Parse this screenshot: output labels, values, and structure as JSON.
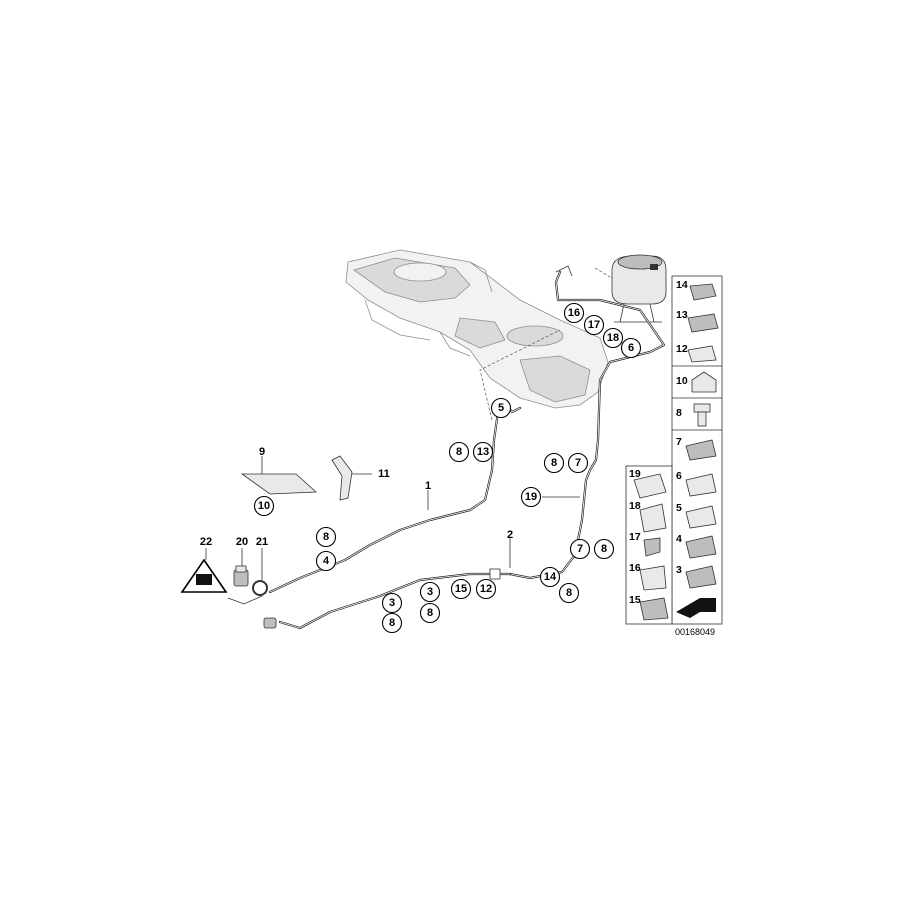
{
  "diagram": {
    "image_code": "00168049",
    "callouts": [
      "1",
      "2",
      "3",
      "4",
      "5",
      "6",
      "7",
      "8",
      "9",
      "10",
      "11",
      "12",
      "13",
      "14",
      "15",
      "16",
      "17",
      "18",
      "19",
      "20",
      "21",
      "22"
    ],
    "legend_tiles": [
      "14",
      "13",
      "12",
      "10",
      "8",
      "7",
      "19",
      "6",
      "18",
      "5",
      "17",
      "4",
      "16",
      "3",
      "15"
    ]
  }
}
